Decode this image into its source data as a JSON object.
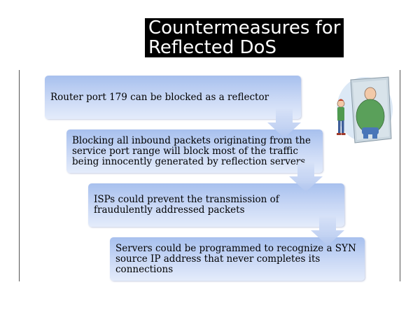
{
  "slide": {
    "title_line1": "Countermeasures for",
    "title_line2": "Reflected DoS"
  },
  "steps": [
    {
      "text": "Router port 179 can be blocked as a reflector"
    },
    {
      "text": "Blocking all inbound packets originating from the service port range will block most of the traffic being innocently generated by reflection servers"
    },
    {
      "text": "ISPs could prevent the transmission of fraudulently addressed packets"
    },
    {
      "text": "Servers could be programmed to recognize a SYN source IP address that never completes its connections"
    }
  ],
  "colors": {
    "step_top": "#a7c0ee",
    "step_bottom": "#e4ecfb",
    "arrow": "#c6d5f3",
    "title_bg": "#000000",
    "title_text": "#ffffff"
  },
  "illustration": "child-and-giant-reflection-icon"
}
